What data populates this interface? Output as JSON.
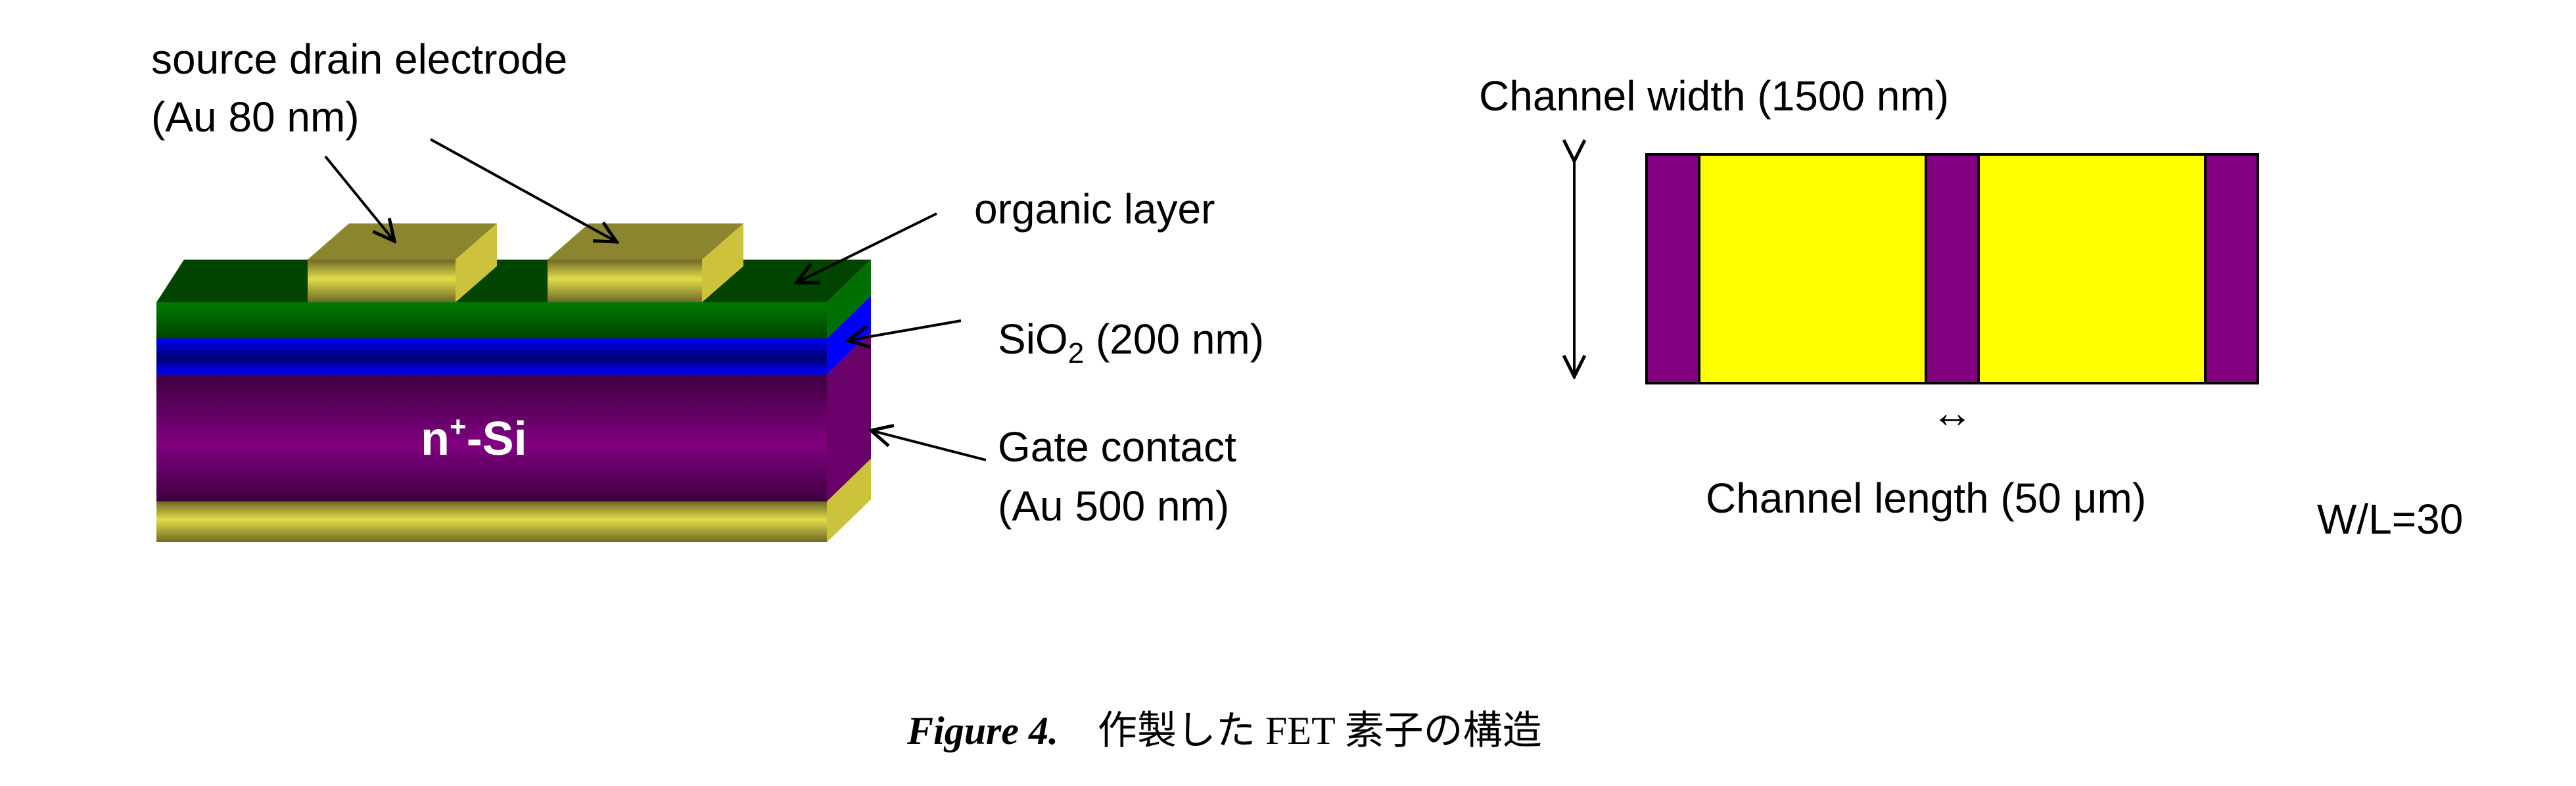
{
  "cross_section": {
    "electrode_label": "source drain electrode",
    "electrode_spec": "(Au 80 nm)",
    "organic_label": "organic layer",
    "sio2": {
      "base": "SiO",
      "sub": "2",
      "rest": " (200 nm)"
    },
    "gate_label": "Gate contact",
    "gate_spec": "(Au 500 nm)",
    "substrate": {
      "base": "n",
      "sup": "+",
      "rest": "-Si"
    }
  },
  "top_view": {
    "width_label": "Channel width (1500 nm)",
    "length_label": "Channel length (50 μm)",
    "ratio": "W/L=30",
    "double_arrow": "↔"
  },
  "caption": {
    "figure": "Figure 4.",
    "text": "作製した FET 素子の構造"
  },
  "colors": {
    "green": "#007a00",
    "blue": "#0000ff",
    "purple": "#800080",
    "gold": "#e2dc48",
    "yellow": "#ffff00"
  }
}
